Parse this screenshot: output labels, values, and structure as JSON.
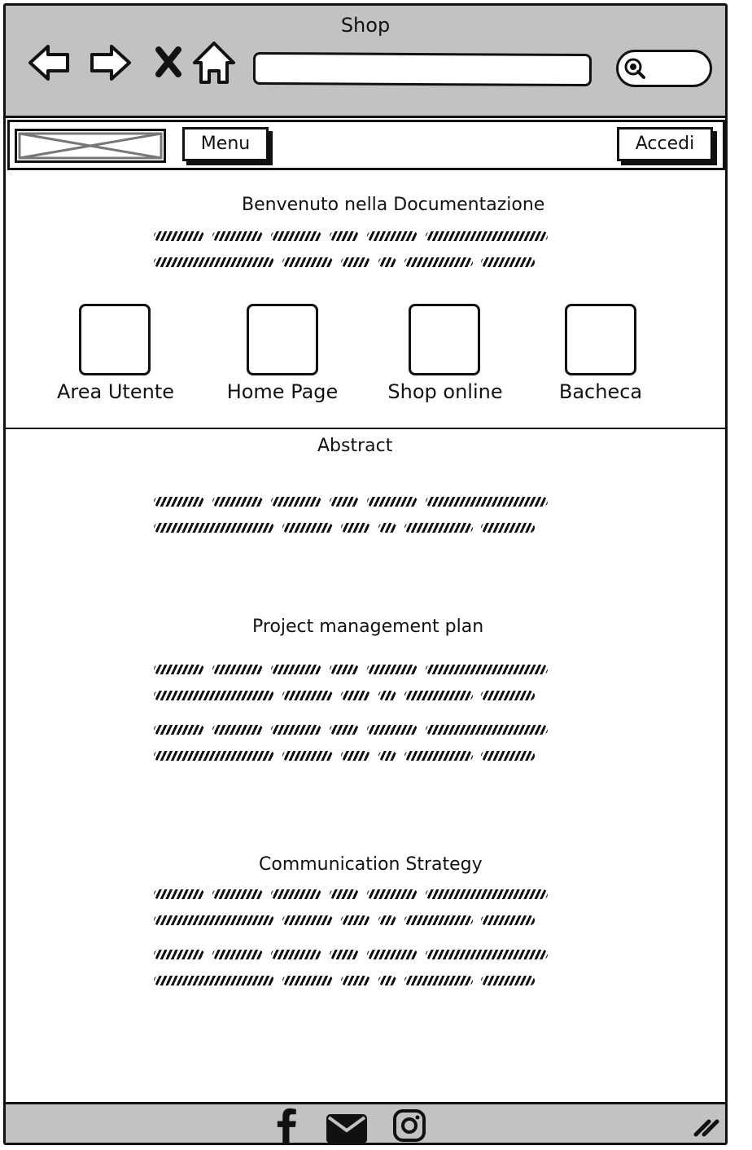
{
  "window": {
    "title": "Shop"
  },
  "browser": {
    "address_value": "",
    "search_value": ""
  },
  "navbar": {
    "menu_label": "Menu",
    "login_label": "Accedi"
  },
  "welcome": {
    "title": "Benvenuto nella Documentazione"
  },
  "tiles": [
    {
      "label": "Area Utente"
    },
    {
      "label": "Home Page"
    },
    {
      "label": "Shop online"
    },
    {
      "label": "Bacheca"
    }
  ],
  "sections": {
    "abstract": {
      "title": "Abstract"
    },
    "project": {
      "title": "Project management plan"
    },
    "communication": {
      "title": "Communication Strategy"
    }
  },
  "colors": {
    "chrome_bg": "#c2c2c2",
    "ink": "#111111",
    "page_bg": "#ffffff"
  },
  "icons": {
    "nav": [
      "back-arrow-icon",
      "forward-arrow-icon",
      "close-icon",
      "home-icon"
    ],
    "search": "search-icon",
    "footer": [
      "facebook-icon",
      "email-icon",
      "instagram-icon"
    ],
    "resize": "resize-grip-icon"
  }
}
